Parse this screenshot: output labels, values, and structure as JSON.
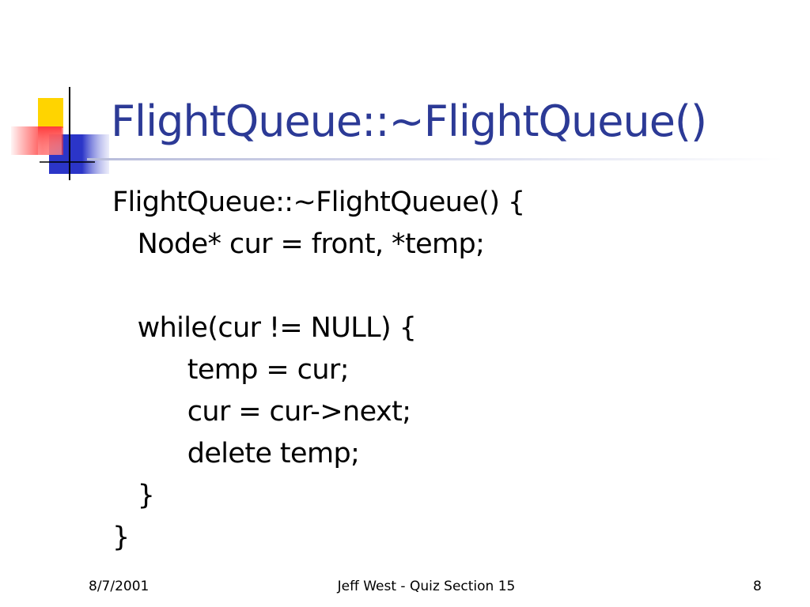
{
  "slide": {
    "title": "FlightQueue::~FlightQueue()",
    "code_lines": [
      "FlightQueue::~FlightQueue() {",
      "   Node* cur = front, *temp;",
      "",
      "   while(cur != NULL) {",
      "         temp = cur;",
      "         cur = cur->next;",
      "         delete temp;",
      "   }",
      "}"
    ]
  },
  "footer": {
    "date": "8/7/2001",
    "center": "Jeff West - Quiz Section 15",
    "page": "8"
  },
  "colors": {
    "title": "#2c3a96",
    "deco_yellow": "#ffd400",
    "deco_red": "#ff3b3b",
    "deco_blue": "#2b35c8"
  }
}
